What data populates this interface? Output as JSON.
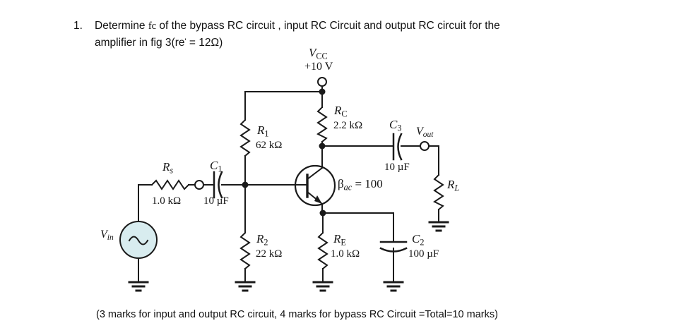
{
  "question": {
    "number": "1.",
    "line1_a": "Determine ",
    "line1_fc": "fc",
    "line1_b": " of the bypass RC circuit , input RC Circuit and output RC circuit for the",
    "line2_a": "amplifier in fig 3(re",
    "line2_prime": "'",
    "line2_b": " = 12Ω)"
  },
  "marks_note": "(3 marks for input and output RC circuit, 4 marks for bypass RC Circuit =Total=10 marks)",
  "circuit": {
    "supply": {
      "name": "Vcc",
      "label_main": "V",
      "label_sub": "CC",
      "voltage": "+10 V"
    },
    "components": [
      {
        "id": "rs",
        "ref_main": "R",
        "ref_sub": "s",
        "value": "1.0 kΩ",
        "type": "resistor"
      },
      {
        "id": "c1",
        "ref_main": "C",
        "ref_sub": "1",
        "value": "10 µF",
        "type": "capacitor"
      },
      {
        "id": "r1",
        "ref_main": "R",
        "ref_sub": "1",
        "value": "62 kΩ",
        "type": "resistor"
      },
      {
        "id": "r2",
        "ref_main": "R",
        "ref_sub": "2",
        "value": "22 kΩ",
        "type": "resistor"
      },
      {
        "id": "rc",
        "ref_main": "R",
        "ref_sub": "C",
        "value": "2.2 kΩ",
        "type": "resistor"
      },
      {
        "id": "re",
        "ref_main": "R",
        "ref_sub": "E",
        "value": "1.0 kΩ",
        "type": "resistor"
      },
      {
        "id": "c2",
        "ref_main": "C",
        "ref_sub": "2",
        "value": "100 µF",
        "type": "capacitor"
      },
      {
        "id": "c3",
        "ref_main": "C",
        "ref_sub": "3",
        "value": "10 µF",
        "type": "capacitor"
      },
      {
        "id": "rl",
        "ref_main": "R",
        "ref_sub": "L",
        "value": "",
        "type": "resistor"
      }
    ],
    "transistor": {
      "type": "npn",
      "beta_symbol": "β",
      "beta_sub": "ac",
      "beta_eq": " = 100"
    },
    "nodes": {
      "vin_main": "V",
      "vin_sub": "in",
      "vout_main": "V",
      "vout_sub": "out"
    },
    "colors": {
      "wire": "#1a1a1a",
      "source_fill": "#d8ecef",
      "text": "#151515"
    }
  }
}
